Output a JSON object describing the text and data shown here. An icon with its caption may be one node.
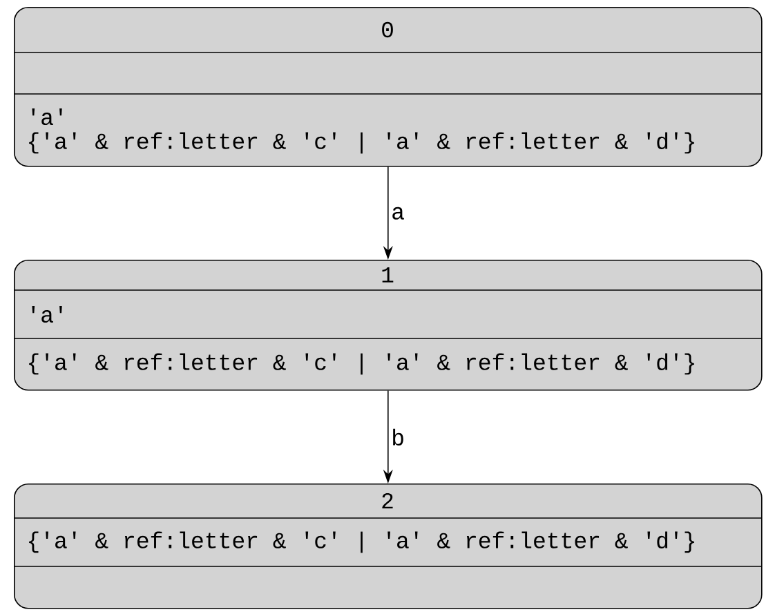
{
  "diagram": {
    "nodes": [
      {
        "text": [
          "0",
          "'a'",
          "{'a' & ref:letter & 'c' | 'a' & ref:letter & 'd'}"
        ]
      },
      {
        "text": [
          "1",
          "'a'",
          "{'a' & ref:letter & 'c' | 'a' & ref:letter & 'd'}"
        ]
      },
      {
        "text": [
          "2",
          "{'a' & ref:letter & 'c' | 'a' & ref:letter & 'd'}"
        ]
      }
    ],
    "edges": [
      {
        "from": 0,
        "to": 1,
        "arrow": "to",
        "label": "a"
      },
      {
        "from": 1,
        "to": 2,
        "arrow": "to",
        "label": "b"
      }
    ]
  }
}
